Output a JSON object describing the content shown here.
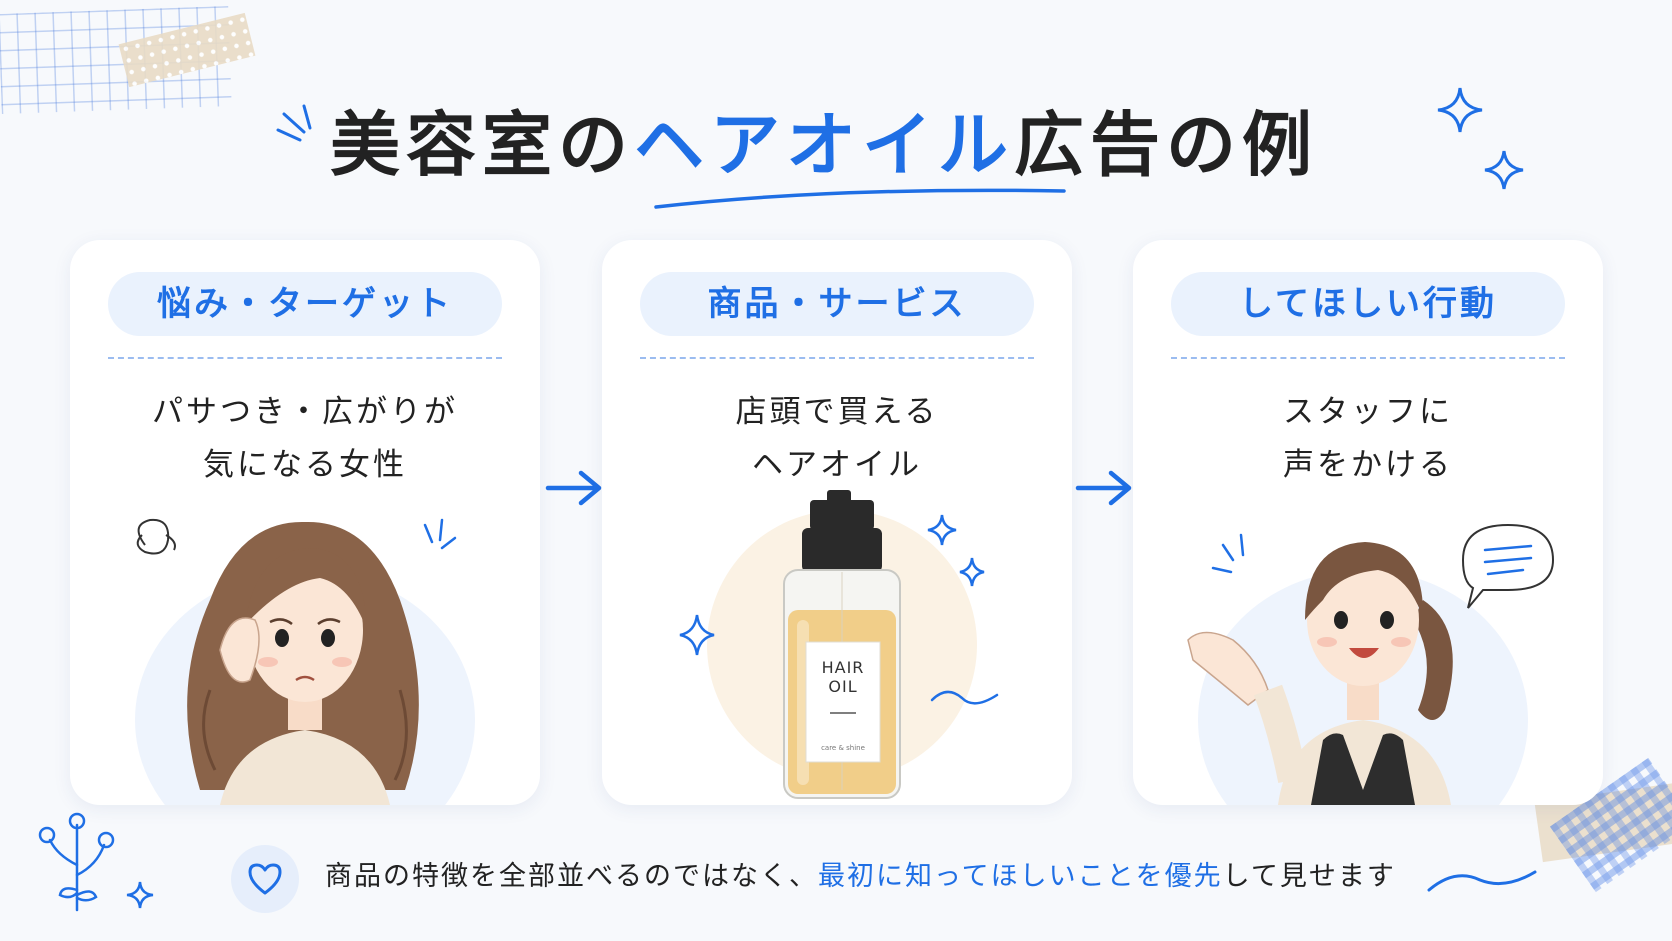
{
  "title": {
    "part1": "美容室の",
    "accent": "ヘアオイル",
    "part2": "広告の例"
  },
  "cards": [
    {
      "heading": "悩み・ターゲット",
      "lines": [
        "パサつき・広がりが",
        "気になる女性"
      ],
      "illustration_icon": "worried-woman-illustration"
    },
    {
      "heading": "商品・サービス",
      "lines": [
        "店頭で買える",
        "ヘアオイル"
      ],
      "illustration_icon": "hair-oil-bottle-illustration",
      "bottle_label": [
        "HAIR",
        "OIL"
      ],
      "bottle_small_text": "care & shine"
    },
    {
      "heading": "してほしい行動",
      "lines": [
        "スタッフに",
        "声をかける"
      ],
      "illustration_icon": "salon-staff-illustration"
    }
  ],
  "bottom_message": {
    "before": "商品の特徴を全部並べるのではなく、",
    "highlight": "最初に知ってほしいことを優先",
    "after": "して見せます"
  },
  "colors": {
    "accent": "#1f6fe5",
    "pill_bg": "#eaf2fd",
    "background": "#f7f9fc"
  }
}
